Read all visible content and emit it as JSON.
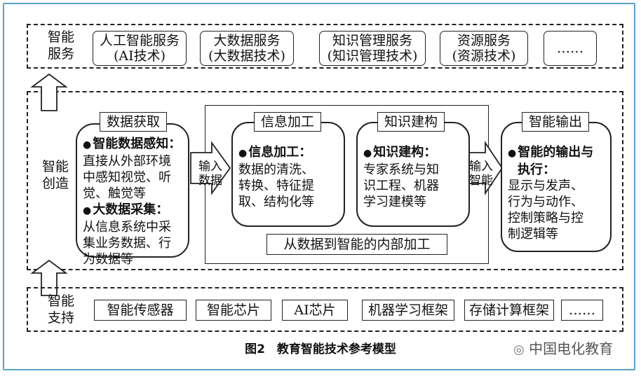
{
  "services": {
    "label": [
      "智能",
      "服务"
    ],
    "items": [
      {
        "line1": "人工智能服务",
        "line2": "(AI技术)"
      },
      {
        "line1": "大数据服务",
        "line2": "(大数据技术)"
      },
      {
        "line1": "知识管理服务",
        "line2": "(知识管理技术)"
      },
      {
        "line1": "资源服务",
        "line2": "(资源技术)"
      },
      {
        "line1": "……",
        "line2": ""
      }
    ]
  },
  "creation": {
    "label": [
      "智能",
      "创造"
    ],
    "acquire": {
      "title": "数据获取",
      "b1_head": "智能数据感知：",
      "b1_body": [
        "直接从外部环境",
        "中感知视觉、听",
        "觉、触觉等"
      ],
      "b2_head": "大数据采集：",
      "b2_body": [
        "从信息系统中采",
        "集业务数据、行",
        "为数据等"
      ]
    },
    "arrow1": [
      "输入",
      "数据"
    ],
    "internal": {
      "info": {
        "title": "信息加工",
        "head": "信息加工：",
        "body": [
          "数据的清洗、",
          "转换、特征提",
          "取、结构化等"
        ]
      },
      "knowledge": {
        "title": "知识建构",
        "head": "知识建构：",
        "body": [
          "专家系统与知",
          "识工程、机器",
          "学习建模等"
        ]
      },
      "caption": "从数据到智能的内部加工"
    },
    "arrow2": [
      "输入",
      "智能"
    ],
    "output": {
      "title": "智能输出",
      "head": [
        "智能的输出与",
        "执行："
      ],
      "body": [
        "显示与发声、",
        "行为与动作、",
        "控制策略与控",
        "制逻辑等"
      ]
    }
  },
  "support": {
    "label": [
      "智能",
      "支持"
    ],
    "items": [
      "智能传感器",
      "智能芯片",
      "AI芯片",
      "机器学习框架",
      "存储计算框架",
      "……"
    ]
  },
  "caption": "图2　教育智能技术参考模型",
  "watermark": "中国电化教育"
}
